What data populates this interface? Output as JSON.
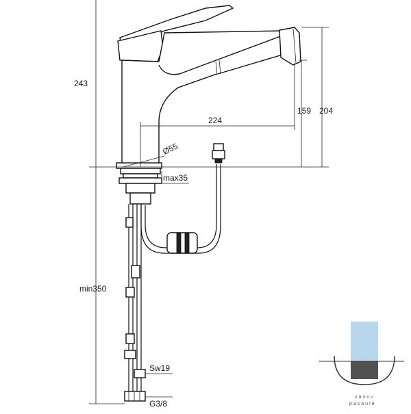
{
  "dimensions": {
    "height_total": "243",
    "spout_height": "159",
    "outlet_height": "204",
    "reach": "224",
    "base_diameter": "Ø55",
    "max_deck": "max35",
    "min_hose": "min350",
    "nut": "Sw19",
    "thread": "G3/8"
  },
  "watermark": {
    "line1": "vannu",
    "line2": "pasaule"
  },
  "colors": {
    "line": "#111111",
    "watermark_blue": "#7fb6dc",
    "watermark_dark": "#333333"
  }
}
